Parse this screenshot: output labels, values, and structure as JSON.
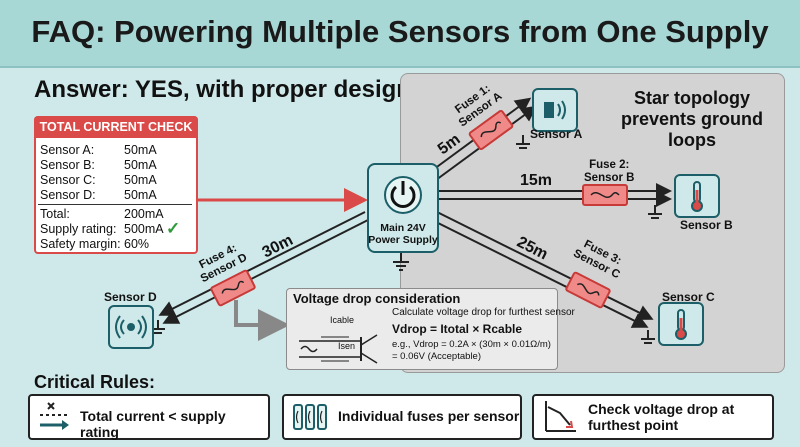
{
  "title": "FAQ: Powering Multiple Sensors from One Supply",
  "answer": "Answer: YES, with proper design",
  "star_note": "Star topology prevents ground loops",
  "current_check": {
    "header": "TOTAL CURRENT CHECK",
    "rows": [
      {
        "label": "Sensor A:",
        "value": "50mA"
      },
      {
        "label": "Sensor B:",
        "value": "50mA"
      },
      {
        "label": "Sensor C:",
        "value": "50mA"
      },
      {
        "label": "Sensor D:",
        "value": "50mA"
      }
    ],
    "total_label": "Total:",
    "total_value": "200mA",
    "rating_label": "Supply rating:",
    "rating_value": "500mA",
    "check_mark": "✓",
    "margin_label": "Safety margin:",
    "margin_value": "60%"
  },
  "supply": {
    "label_line1": "Main 24V",
    "label_line2": "Power Supply"
  },
  "branches": [
    {
      "sensor": "Sensor A",
      "fuse_line1": "Fuse 1:",
      "fuse_line2": "Sensor A",
      "distance": "5m"
    },
    {
      "sensor": "Sensor B",
      "fuse_line1": "Fuse 2:",
      "fuse_line2": "Sensor B",
      "distance": "15m"
    },
    {
      "sensor": "Sensor C",
      "fuse_line1": "Fuse 3:",
      "fuse_line2": "Sensor C",
      "distance": "25m"
    },
    {
      "sensor": "Sensor D",
      "fuse_line1": "Fuse 4:",
      "fuse_line2": "Sensor D",
      "distance": "30m"
    }
  ],
  "voltage_drop": {
    "title": "Voltage drop consideration",
    "subtitle": "Calculate voltage drop for furthest sensor",
    "formula": "Vdrop = Itotal × Rcable",
    "example_line1": "e.g., Vdrop = 0.2A × (30m × 0.01Ω/m)",
    "example_line2": "= 0.06V (Acceptable)",
    "i_cable": "Icable",
    "i_sen": "Isen"
  },
  "rules": {
    "title": "Critical Rules:",
    "items": [
      {
        "text": "Total current < supply rating",
        "icon": "current-limit-icon"
      },
      {
        "text": "Individual fuses per sensor",
        "icon": "fuses-icon"
      },
      {
        "text": "Check voltage drop at furthest point",
        "icon": "voltage-drop-graph-icon"
      }
    ]
  },
  "colors": {
    "accent_red": "#d94a48",
    "teal_dark": "#1c5f68",
    "header_bg": "#a8d8d6",
    "panel_grey": "#d3d3d3"
  }
}
